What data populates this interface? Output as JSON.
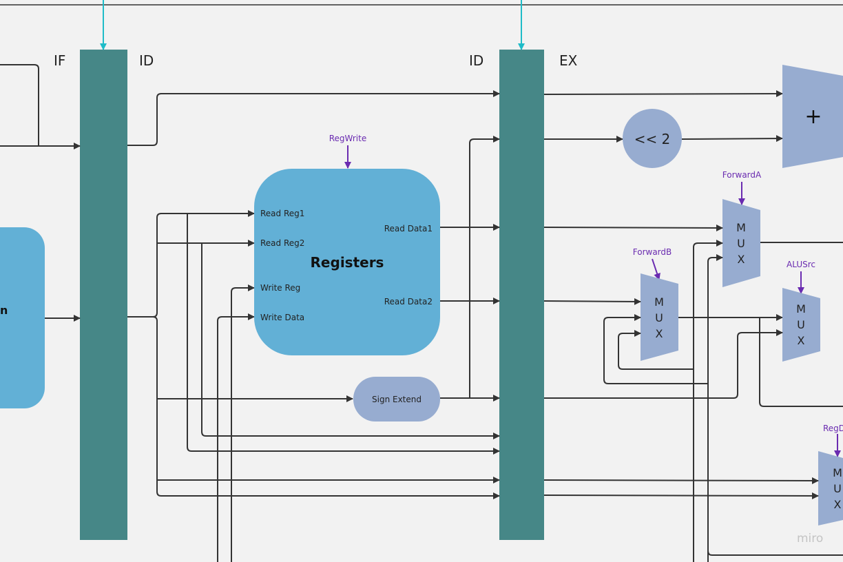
{
  "stages": {
    "if_label": "IF",
    "id_label_left": "ID",
    "id_label_right": "ID",
    "ex_label": "EX"
  },
  "left_block": {
    "visible_text": "n"
  },
  "registers": {
    "title": "Registers",
    "read_reg1": "Read Reg1",
    "read_reg2": "Read Reg2",
    "write_reg": "Write Reg",
    "write_data": "Write Data",
    "read_data1": "Read Data1",
    "read_data2": "Read Data2"
  },
  "sign_extend": {
    "label": "Sign Extend"
  },
  "shift": {
    "label": "<< 2"
  },
  "adder": {
    "label": "+"
  },
  "controls": {
    "regwrite": "RegWrite",
    "forward_a": "ForwardA",
    "forward_b": "ForwardB",
    "alusrc": "ALUSrc",
    "regdst": "RegD"
  },
  "mux": {
    "m": "M",
    "u": "U",
    "x": "X"
  },
  "watermark": "miro",
  "colors": {
    "background": "#f2f2f2",
    "pipeline_register": "#468787",
    "registers_block": "#62b0d6",
    "component": "#97acd0",
    "control_text": "#6a2bb0",
    "clock_arrow": "#1fbcc8",
    "wire": "#333333"
  }
}
